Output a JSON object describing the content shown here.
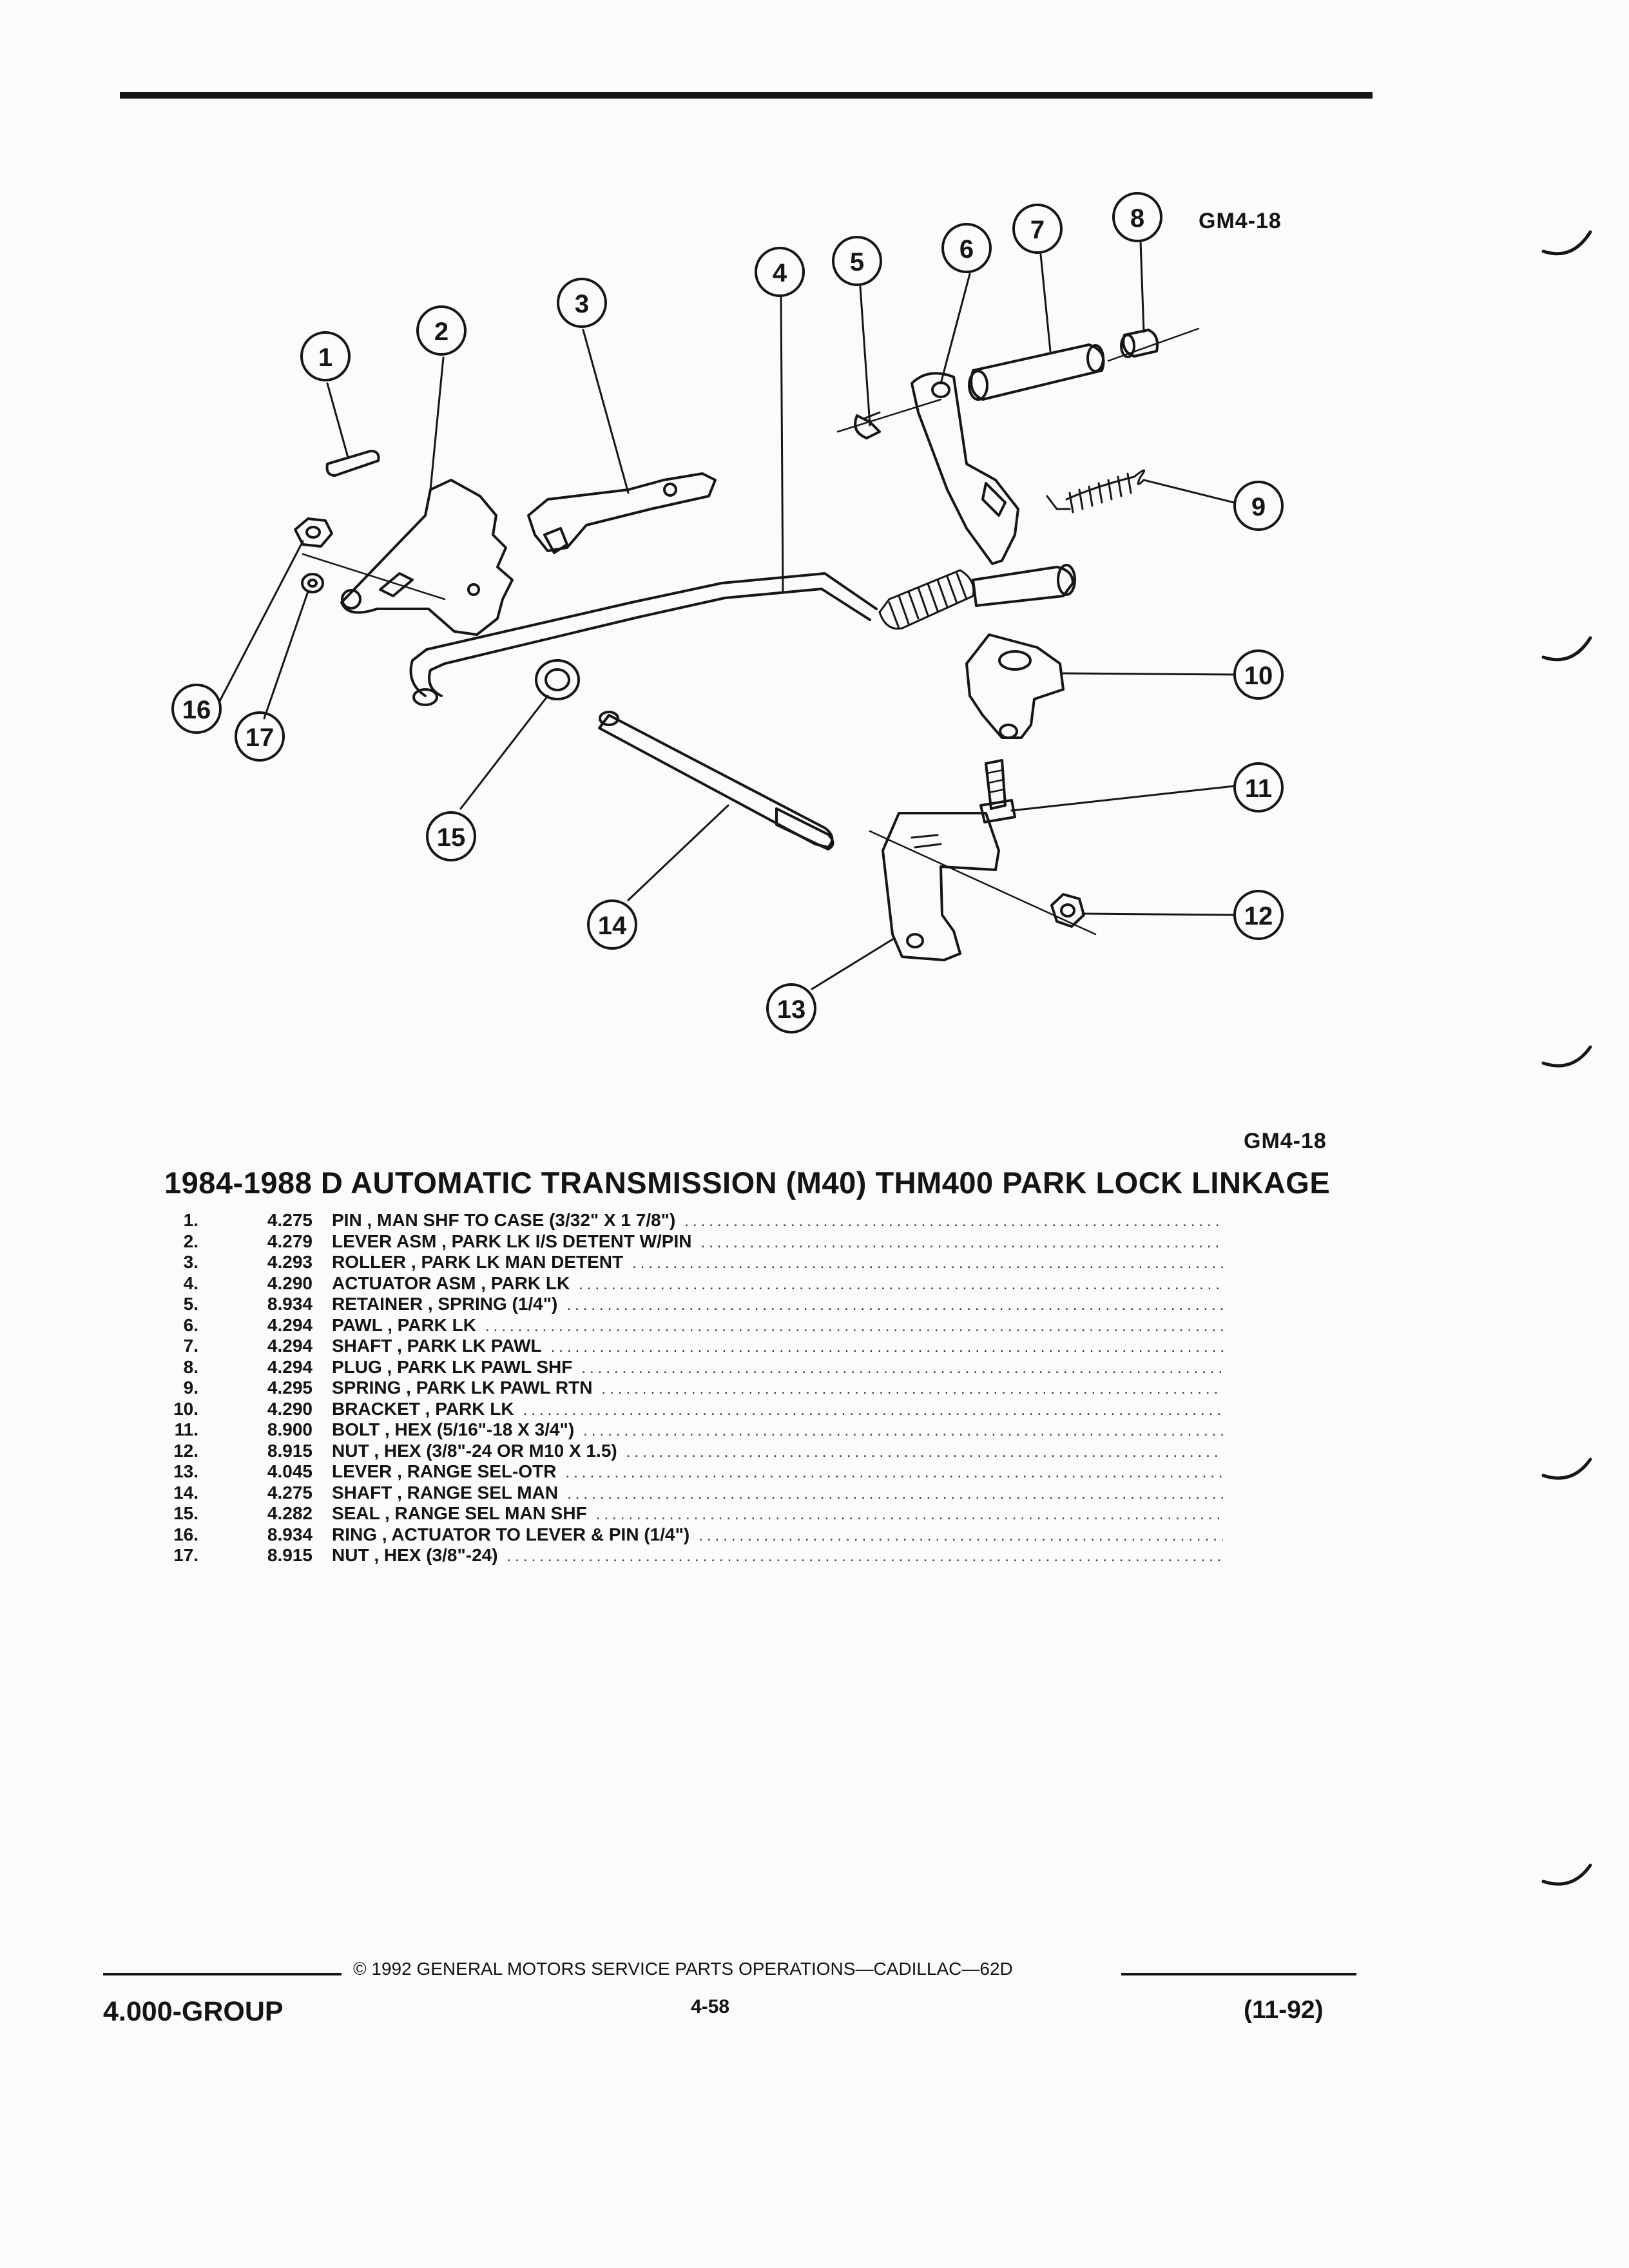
{
  "figure_code_top": "GM4-18",
  "figure_code_bottom": "GM4-18",
  "callouts": [
    "1",
    "2",
    "3",
    "4",
    "5",
    "6",
    "7",
    "8",
    "9",
    "10",
    "11",
    "12",
    "13",
    "14",
    "15",
    "16",
    "17"
  ],
  "title": "1984-1988 D AUTOMATIC TRANSMISSION (M40) THM400 PARK LOCK LINKAGE",
  "parts": [
    {
      "num": "1.",
      "code": "4.275",
      "desc": "PIN , MAN SHF TO CASE (3/32\" X 1 7/8\")"
    },
    {
      "num": "2.",
      "code": "4.279",
      "desc": "LEVER ASM , PARK LK I/S DETENT W/PIN"
    },
    {
      "num": "3.",
      "code": "4.293",
      "desc": "ROLLER , PARK LK MAN DETENT"
    },
    {
      "num": "4.",
      "code": "4.290",
      "desc": "ACTUATOR ASM , PARK LK"
    },
    {
      "num": "5.",
      "code": "8.934",
      "desc": "RETAINER , SPRING (1/4\")"
    },
    {
      "num": "6.",
      "code": "4.294",
      "desc": "PAWL , PARK LK"
    },
    {
      "num": "7.",
      "code": "4.294",
      "desc": "SHAFT , PARK LK PAWL"
    },
    {
      "num": "8.",
      "code": "4.294",
      "desc": "PLUG , PARK LK PAWL SHF"
    },
    {
      "num": "9.",
      "code": "4.295",
      "desc": "SPRING , PARK LK PAWL RTN"
    },
    {
      "num": "10.",
      "code": "4.290",
      "desc": "BRACKET , PARK LK"
    },
    {
      "num": "11.",
      "code": "8.900",
      "desc": "BOLT , HEX (5/16\"-18 X 3/4\")"
    },
    {
      "num": "12.",
      "code": "8.915",
      "desc": "NUT , HEX (3/8\"-24 OR M10 X 1.5)"
    },
    {
      "num": "13.",
      "code": "4.045",
      "desc": "LEVER , RANGE SEL-OTR"
    },
    {
      "num": "14.",
      "code": "4.275",
      "desc": "SHAFT , RANGE SEL MAN"
    },
    {
      "num": "15.",
      "code": "4.282",
      "desc": "SEAL , RANGE SEL MAN SHF"
    },
    {
      "num": "16.",
      "code": "8.934",
      "desc": "RING , ACTUATOR TO LEVER & PIN (1/4\")"
    },
    {
      "num": "17.",
      "code": "8.915",
      "desc": "NUT , HEX (3/8\"-24)"
    }
  ],
  "footer": {
    "copyright": "© 1992 GENERAL MOTORS SERVICE PARTS OPERATIONS—CADILLAC—62D",
    "group": "4.000-GROUP",
    "page": "4-58",
    "date": "(11-92)"
  }
}
